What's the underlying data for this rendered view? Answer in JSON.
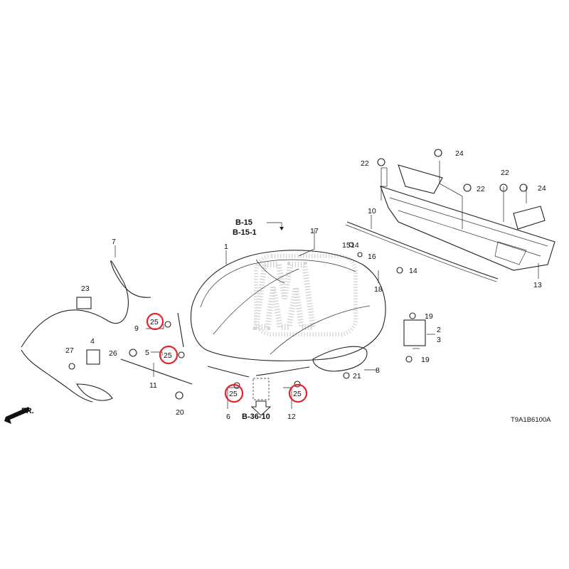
{
  "diagram": {
    "code": "T9A1B6100A",
    "front_label": "FR.",
    "refs": {
      "b15": "B-15",
      "b151": "B-15-1",
      "b3610": "B-36-10"
    },
    "callouts": [
      "1",
      "2",
      "3",
      "4",
      "5",
      "6",
      "7",
      "8",
      "9",
      "10",
      "11",
      "12",
      "13",
      "14",
      "14",
      "15",
      "16",
      "17",
      "18",
      "19",
      "19",
      "20",
      "21",
      "22",
      "22",
      "22",
      "23",
      "24",
      "24",
      "26",
      "27"
    ],
    "highlighted": [
      "25",
      "25",
      "25",
      "25"
    ],
    "highlight_color": "#e0242b"
  }
}
